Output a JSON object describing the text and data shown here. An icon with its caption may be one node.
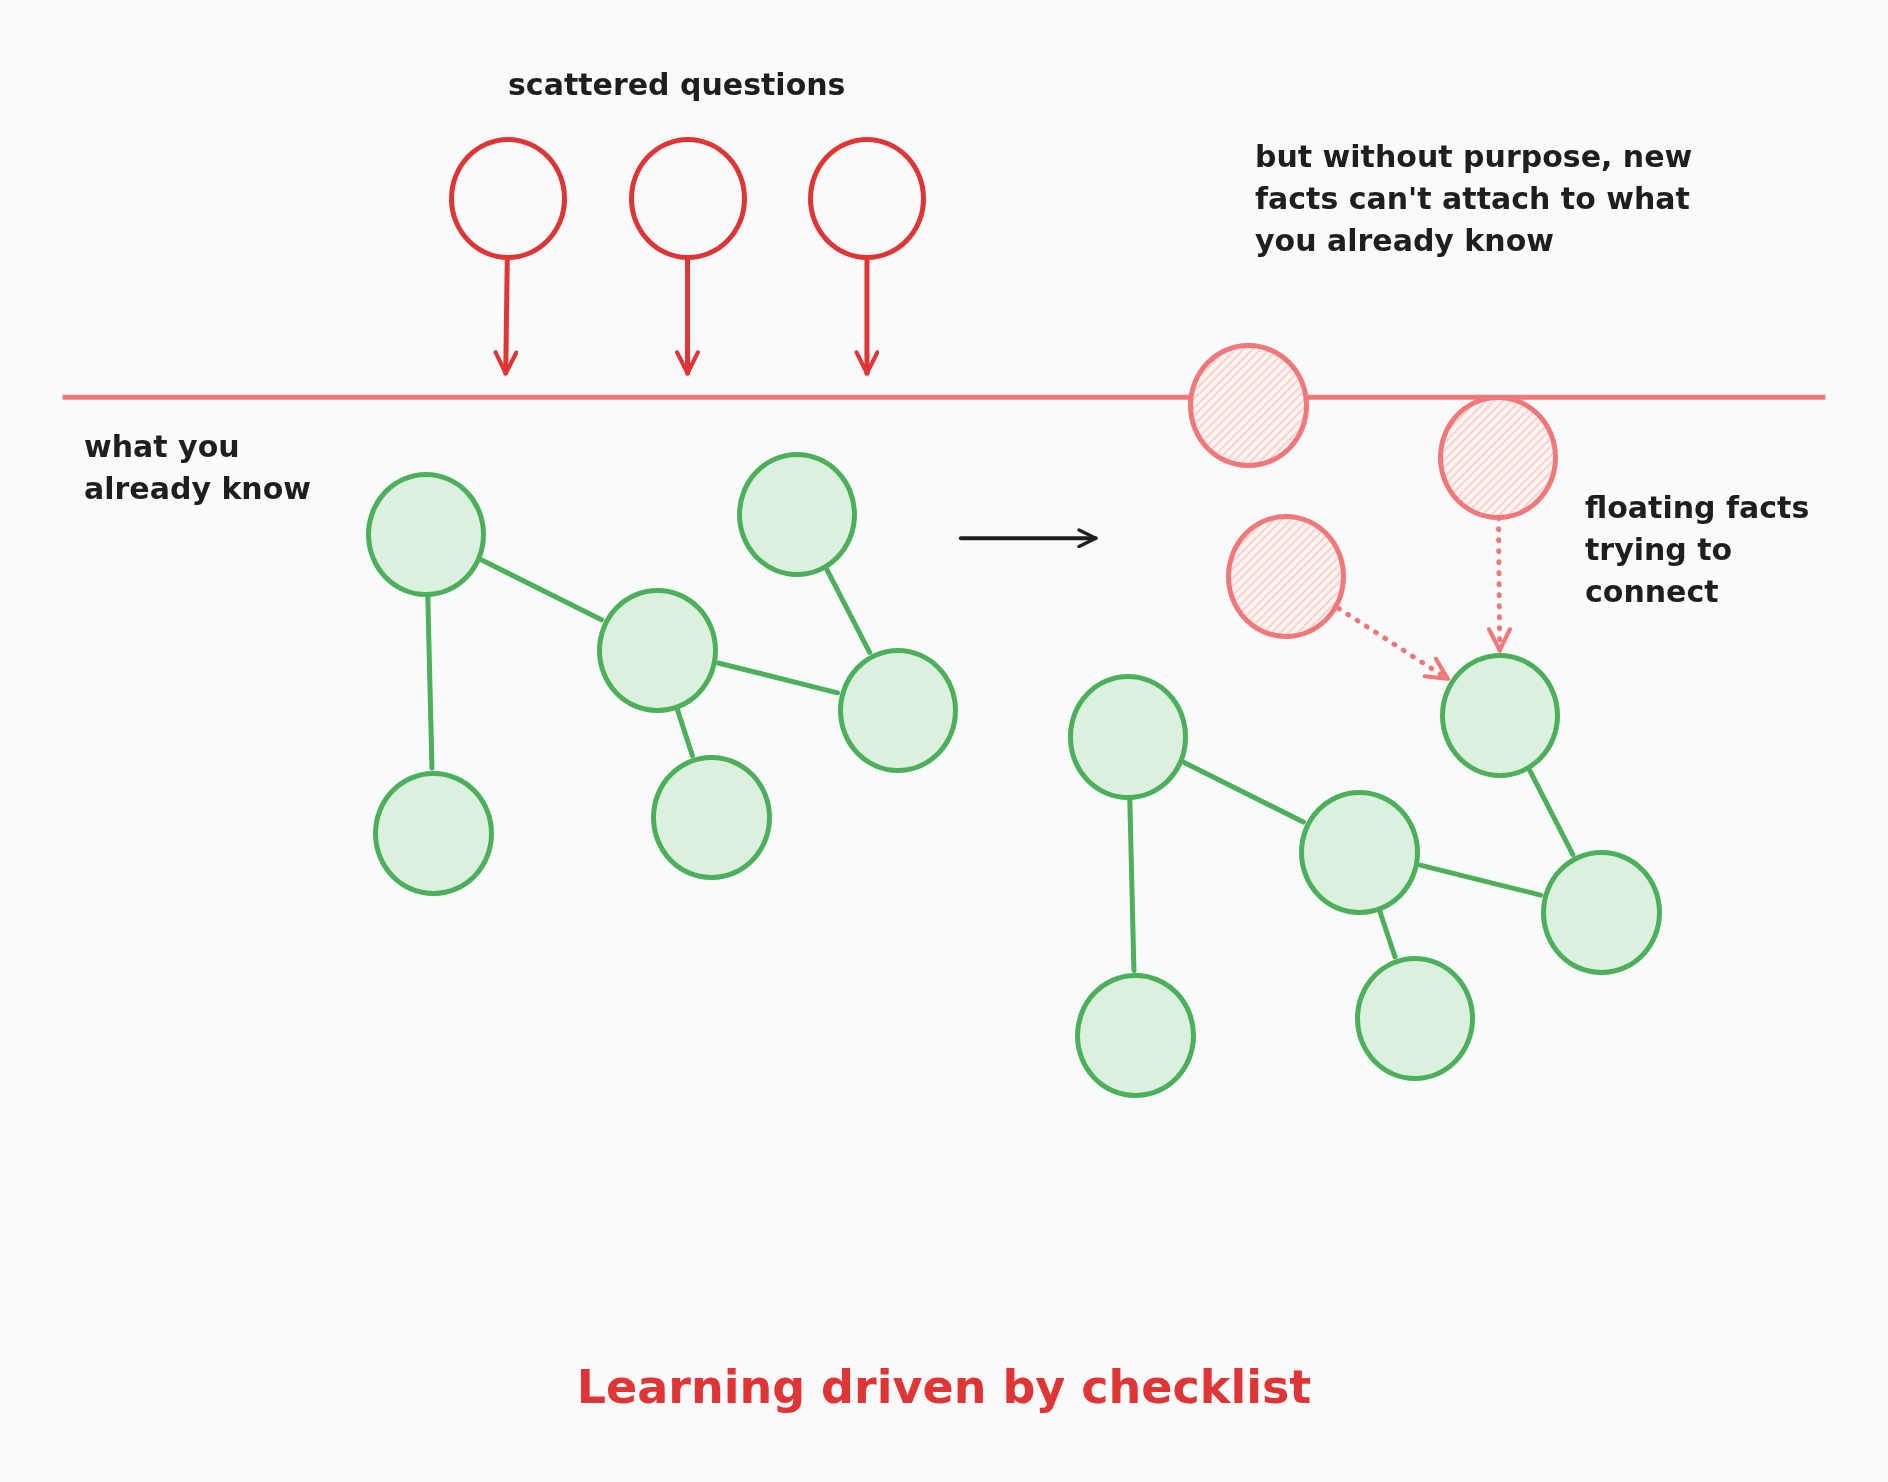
{
  "diagram": {
    "caption": "Learning driven by checklist",
    "nodes": [
      {
        "text": [],
        "shape": "circle"
      },
      {
        "text": [],
        "shape": "circle"
      },
      {
        "text": [],
        "shape": "circle"
      },
      {
        "text": [],
        "shape": "circle"
      },
      {
        "text": [],
        "shape": "circle"
      },
      {
        "text": [],
        "shape": "circle"
      },
      {
        "text": [],
        "shape": "circle"
      },
      {
        "text": [],
        "shape": "circle"
      },
      {
        "text": [],
        "shape": "circle"
      },
      {
        "text": [],
        "shape": "circle"
      },
      {
        "text": [],
        "shape": "circle"
      },
      {
        "text": [],
        "shape": "circle"
      },
      {
        "text": [],
        "shape": "circle"
      },
      {
        "text": [],
        "shape": "circle"
      },
      {
        "text": [],
        "shape": "circle"
      },
      {
        "text": [],
        "shape": "circle"
      },
      {
        "text": [],
        "shape": "circle"
      },
      {
        "text": [],
        "shape": "circle"
      }
    ],
    "edges": [
      {
        "from": 0,
        "to": null,
        "arrow": "to",
        "color": "#e03535"
      },
      {
        "from": 1,
        "to": null,
        "arrow": "to",
        "color": "#e03535"
      },
      {
        "from": 2,
        "to": null,
        "arrow": "to",
        "color": "#e03535"
      },
      {
        "from": 3,
        "to": 5,
        "arrow": "none"
      },
      {
        "from": 3,
        "to": 7,
        "arrow": "none"
      },
      {
        "from": 5,
        "to": 6,
        "arrow": "none"
      },
      {
        "from": 4,
        "to": 6,
        "arrow": "none"
      },
      {
        "from": 5,
        "to": 8,
        "arrow": "none"
      },
      {
        "from": 10,
        "to": 13,
        "arrow": "to",
        "style": "dashed",
        "color": "#f07878"
      },
      {
        "from": 11,
        "to": 13,
        "arrow": "to",
        "style": "dashed",
        "color": "#f07878"
      },
      {
        "from": 12,
        "to": 14,
        "arrow": "none"
      },
      {
        "from": 12,
        "to": 16,
        "arrow": "none"
      },
      {
        "from": 14,
        "to": 15,
        "arrow": "none"
      },
      {
        "from": 13,
        "to": 15,
        "arrow": "none"
      },
      {
        "from": 14,
        "to": 17,
        "arrow": "none"
      }
    ],
    "labels": [
      "scattered questions",
      "but without purpose, new facts can't attach to what you already know",
      "what you already know",
      "floating facts trying to connect"
    ]
  }
}
